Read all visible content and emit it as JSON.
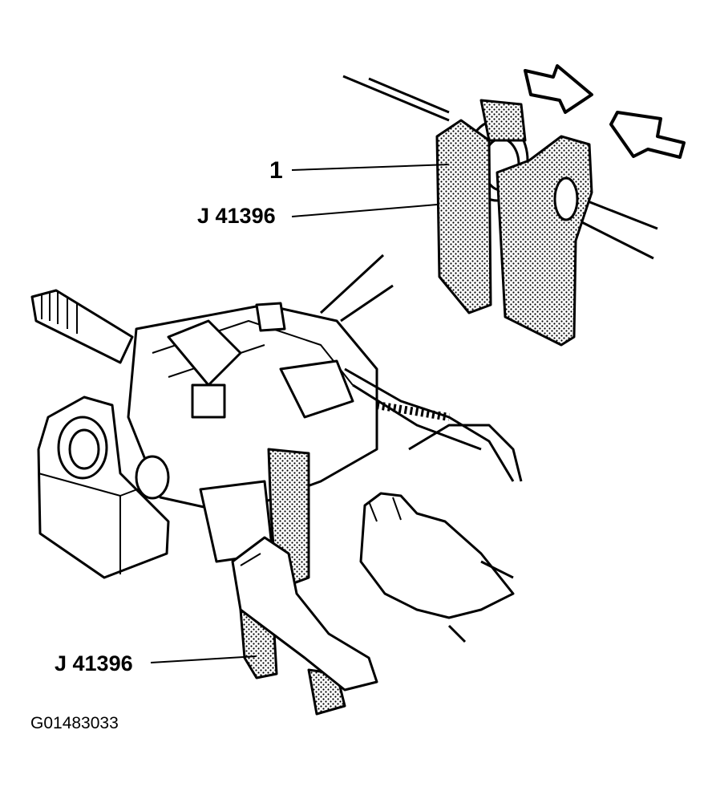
{
  "callouts": {
    "part_1": "1",
    "tool_upper": "J 41396",
    "tool_lower": "J 41396"
  },
  "figure_id": "G01483033",
  "colors": {
    "ink": "#000000",
    "paper": "#ffffff"
  },
  "icons": [
    "arrow-left-icon",
    "arrow-right-icon"
  ]
}
